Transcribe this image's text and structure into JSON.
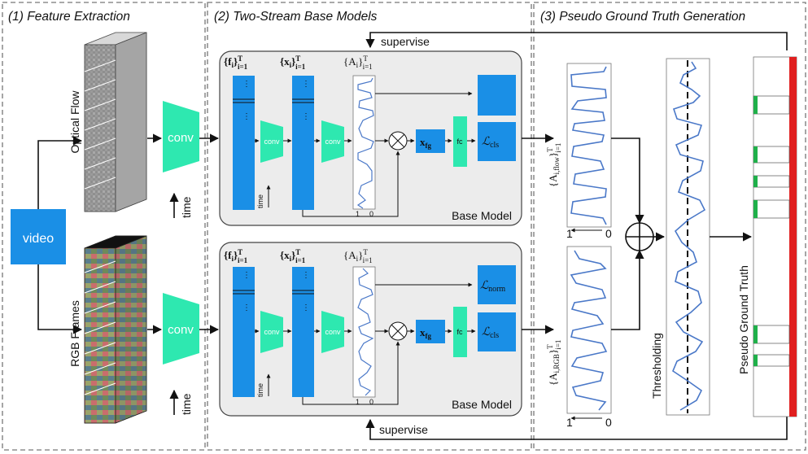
{
  "sections": {
    "feature_extraction": "(1) Feature Extraction",
    "two_stream": "(2) Two-Stream Base Models",
    "pseudo_gt": "(3) Pseudo Ground Truth Generation"
  },
  "labels": {
    "video": "video",
    "optical_flow": "Optical Flow",
    "rgb_frames": "RGB Frames",
    "conv": "conv",
    "time": "time",
    "supervise": "supervise",
    "base_model": "Base Model",
    "fc": "fc",
    "thresholding": "Thresholding",
    "pseudo_ground_truth": "Pseudo Ground Truth",
    "axis_one": "1",
    "axis_zero": "0"
  },
  "colors": {
    "accent_blue": "#1a8fe6",
    "accent_teal": "#2ee8b0",
    "curve_blue": "#4a78c8",
    "gt_red": "#e01f1f",
    "gt_green": "#1fb04a",
    "panel_gray": "#ececec"
  }
}
